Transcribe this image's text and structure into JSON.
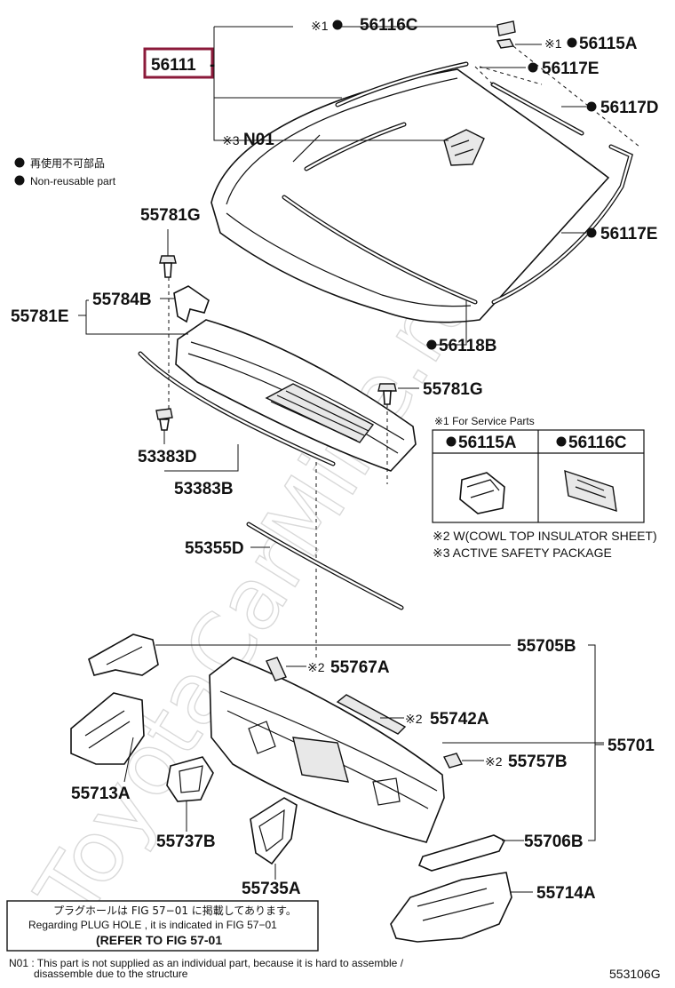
{
  "watermark": "ToyotaCarMine.ru",
  "labels": {
    "p56111": "56111",
    "p56116C": "56116C",
    "p56115A": "56115A",
    "p56117E_top": "56117E",
    "p56117D": "56117D",
    "p56117E_right": "56117E",
    "p56118B": "56118B",
    "pN01": "N01",
    "p55781G_left": "55781G",
    "p55784B": "55784B",
    "p55781E": "55781E",
    "p55781G_right": "55781G",
    "p53383D": "53383D",
    "p53383B": "53383B",
    "p55355D": "55355D",
    "p55705B": "55705B",
    "p55767A": "55767A",
    "p55742A": "55742A",
    "p55701": "55701",
    "p55757B": "55757B",
    "p55713A": "55713A",
    "p55737B": "55737B",
    "p55706B": "55706B",
    "p55735A": "55735A",
    "p55714A": "55714A"
  },
  "marks": {
    "note1": "※1",
    "note2": "※2",
    "note3": "※3"
  },
  "legend": {
    "ja": "再使用不可部品",
    "en": "Non-reusable part"
  },
  "service_box": {
    "title": "※1 For Service Parts",
    "col1": "56115A",
    "col2": "56116C"
  },
  "notes": {
    "n2": "※2 W(COWL TOP INSULATOR SHEET)",
    "n3": "※3 ACTIVE SAFETY PACKAGE"
  },
  "refer_box": {
    "line1": "プラグホールは FIG 57−01 に掲載してあります。",
    "line2": "Regarding  PLUG  HOLE  , it is indicated in  FIG  57−01",
    "line3": "(REFER TO FIG 57-01"
  },
  "footer": {
    "n01_line1": "N01 : This part is not supplied as an individual part, because it is hard to assemble /",
    "n01_line2": "disassemble due to the structure",
    "code": "553106G"
  },
  "colors": {
    "highlight_box": "#8b1a3a"
  }
}
